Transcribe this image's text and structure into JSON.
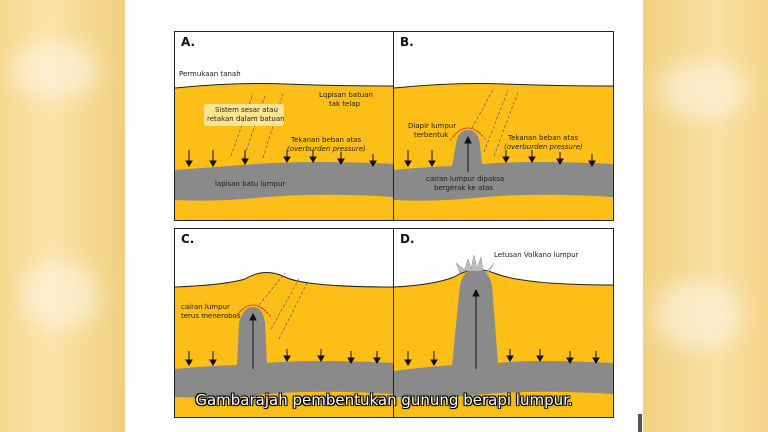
{
  "panels": {
    "a": {
      "label": "A.",
      "ground_surface": "Permukaan tanah",
      "unstable_layer_1": "Lqpisan batuan",
      "unstable_layer_2": "tak telap",
      "fault_1": "Sistem sesar atau",
      "fault_2": "retakan dalam  batuan",
      "pressure_1": "Tekanan beban atas",
      "pressure_2": "(overburden pressure)",
      "mud_layer": "lapisan batu lumpur"
    },
    "b": {
      "label": "B.",
      "diapir_1": "Diapir lumpur",
      "diapir_2": "terbentuk",
      "pressure_1": "Tekanan beban atas",
      "pressure_2": "(overburden pressure)",
      "forced_1": "cairan lumpur dipaksa",
      "forced_2": "bergerak ke atas"
    },
    "c": {
      "label": "C.",
      "intrude_1": "cairan lumpur",
      "intrude_2": "terus menerobos"
    },
    "d": {
      "label": "D.",
      "eruption": "Letusan Volkano lumpur"
    }
  },
  "caption": "Gambarajah pembentukan gunung berapi lumpur.",
  "colors": {
    "rock": "#fdbf17",
    "mud": "#8a8a8a",
    "surface": "#ffffff"
  }
}
